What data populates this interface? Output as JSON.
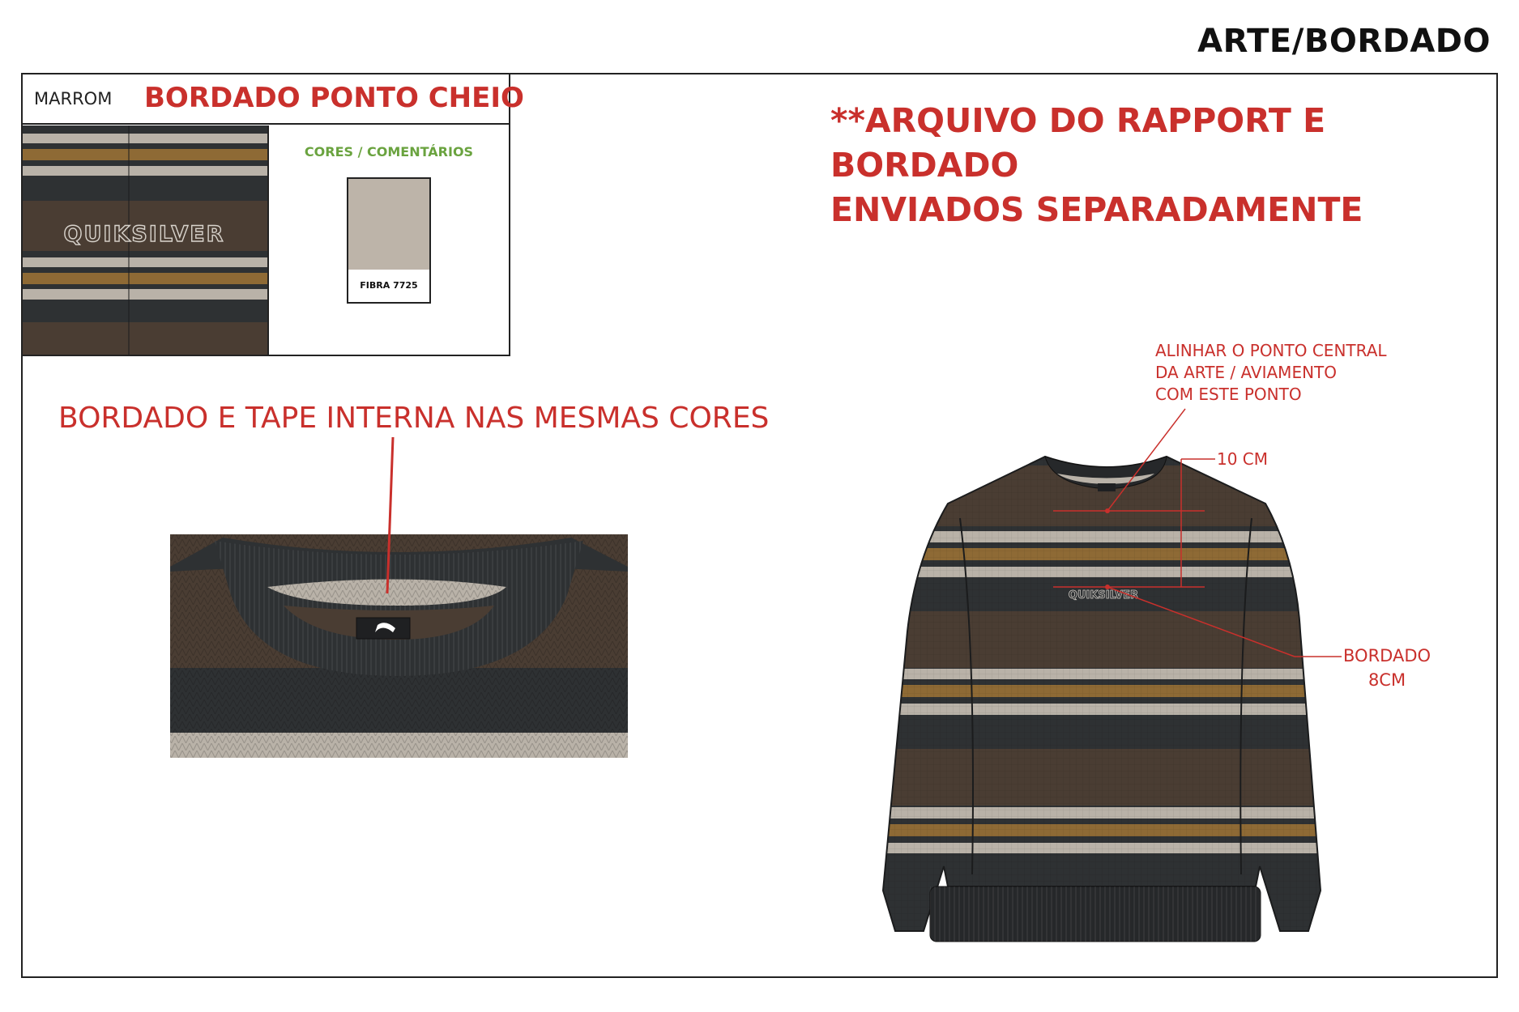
{
  "header": {
    "title": "ARTE/BORDADO"
  },
  "spec": {
    "colorway": "MARROM",
    "technique": "BORDADO PONTO CHEIO",
    "colors_title": "CORES / COMENTÁRIOS",
    "swatch_label": "FIBRA 7725",
    "swatch_color": "#bdb4a9",
    "logo_text": "QUIKSILVER"
  },
  "notes": {
    "files": "**ARQUIVO DO RAPPORT E BORDADO",
    "files_2": "ENVIADOS SEPARADAMENTE",
    "tape": "BORDADO E TAPE INTERNA NAS MESMAS CORES",
    "align_1": "ALINHAR O PONTO CENTRAL",
    "align_2": "DA ARTE / AVIAMENTO",
    "align_3": "COM ESTE PONTO",
    "measure": "10 CM",
    "embroidery_1": "BORDADO",
    "embroidery_2": "8CM"
  },
  "palette": {
    "brown": "#4a3d33",
    "charcoal": "#2e3133",
    "stone": "#b9b2a8",
    "mustard": "#8e6a35",
    "accent_red": "#c9302c",
    "comment_green": "#6aa33f"
  }
}
